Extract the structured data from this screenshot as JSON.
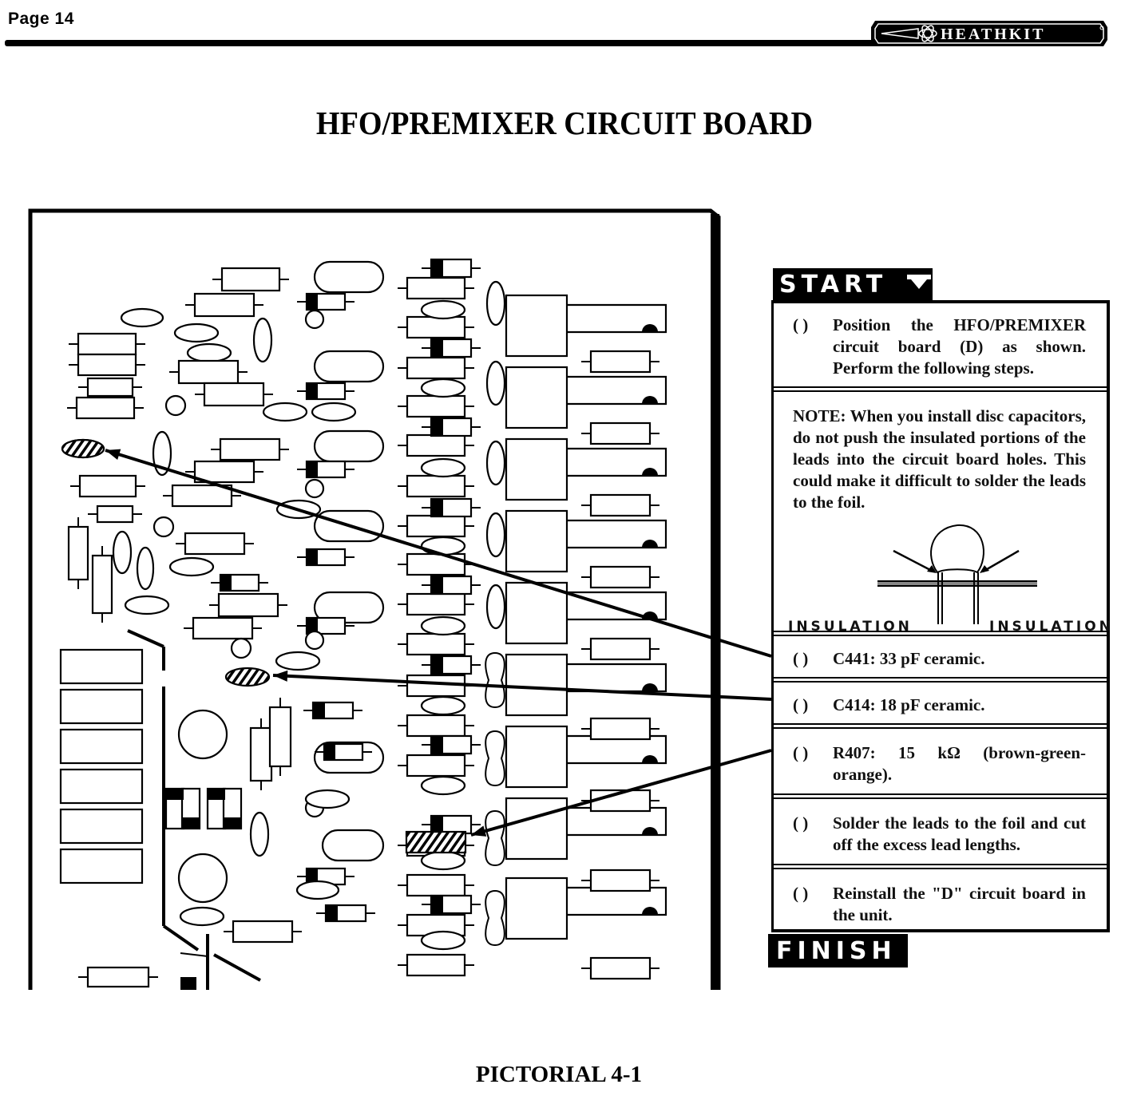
{
  "header": {
    "page_label": "Page 14",
    "brand_logo": "HEATHKIT",
    "brand_icon": "atom-icon"
  },
  "title": "HFO/PREMIXER CIRCUIT BOARD",
  "caption": "PICTORIAL 4-1",
  "instructions": {
    "start_label": "START",
    "start_icon": "down-arrow-icon",
    "finish_label": "FINISH",
    "checkbox_glyph": "(   )",
    "steps": [
      {
        "text": "Position the HFO/PREMIXER circuit board (D) as shown. Perform the following steps."
      },
      {
        "text": "C441: 33 pF ceramic."
      },
      {
        "text": "C414: 18 pF ceramic."
      },
      {
        "text": "R407: 15 kΩ (brown-green-orange)."
      },
      {
        "text": "Solder the leads to the foil and cut off the excess lead lengths."
      },
      {
        "text": "Reinstall the \"D\" circuit board in the unit."
      }
    ],
    "note": {
      "text": "NOTE: When you install disc capacitors, do not push the insulated portions of the leads into the circuit board holes. This could make it difficult to solder the leads to the foil.",
      "diagram_label_left": "INSULATION",
      "diagram_label_right": "INSULATION"
    }
  },
  "board": {
    "highlighted_parts": [
      {
        "ref": "C441",
        "kind": "disc-capacitor"
      },
      {
        "ref": "C414",
        "kind": "disc-capacitor"
      },
      {
        "ref": "R407",
        "kind": "resistor"
      }
    ]
  }
}
